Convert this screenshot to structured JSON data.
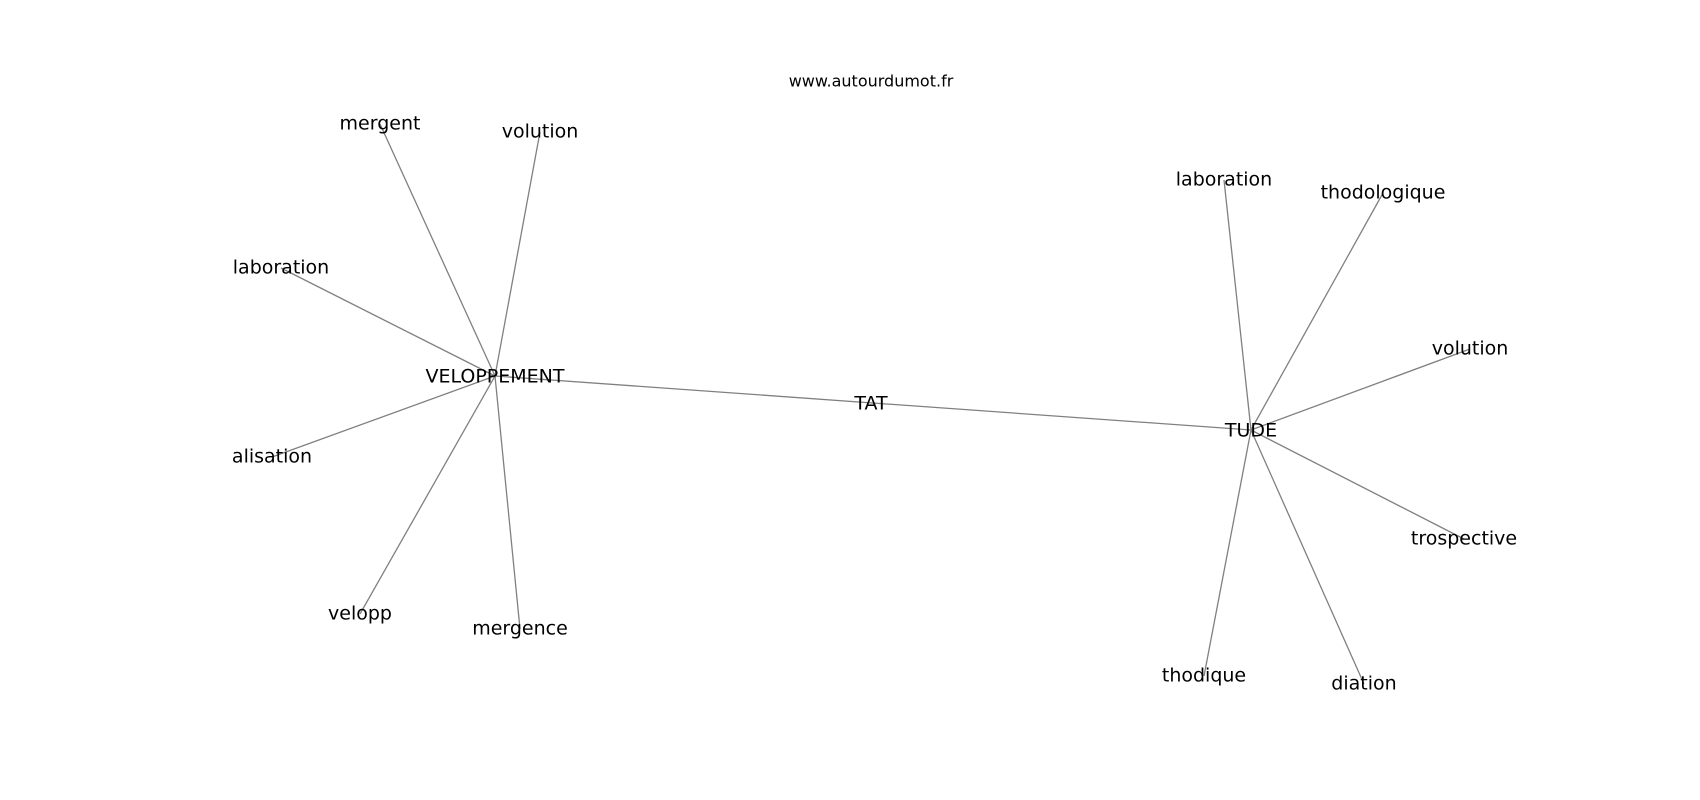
{
  "watermark": "www.autourdumot.fr",
  "graph": {
    "center_label": "TAT",
    "left_hub": {
      "label": "VELOPPEMENT",
      "leaves": [
        "mergent",
        "volution",
        "laboration",
        "alisation",
        "velopp",
        "mergence"
      ]
    },
    "right_hub": {
      "label": "TUDE",
      "leaves": [
        "laboration",
        "thodologique",
        "volution",
        "trospective",
        "thodique",
        "diation"
      ]
    }
  }
}
